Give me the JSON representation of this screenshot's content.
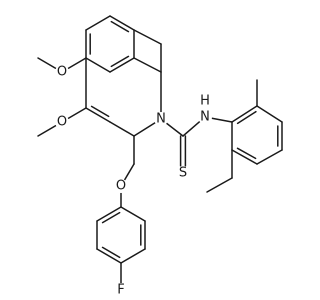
{
  "atoms": {
    "o_upper": "O",
    "o_lower": "O",
    "o_ether": "O",
    "n_ring": "N",
    "n_amide": "N",
    "h_amide": "H",
    "s_thio": "S",
    "f_fluoro": "F"
  },
  "colors": {
    "bond": "#1a1a1a",
    "background": "#ffffff"
  }
}
